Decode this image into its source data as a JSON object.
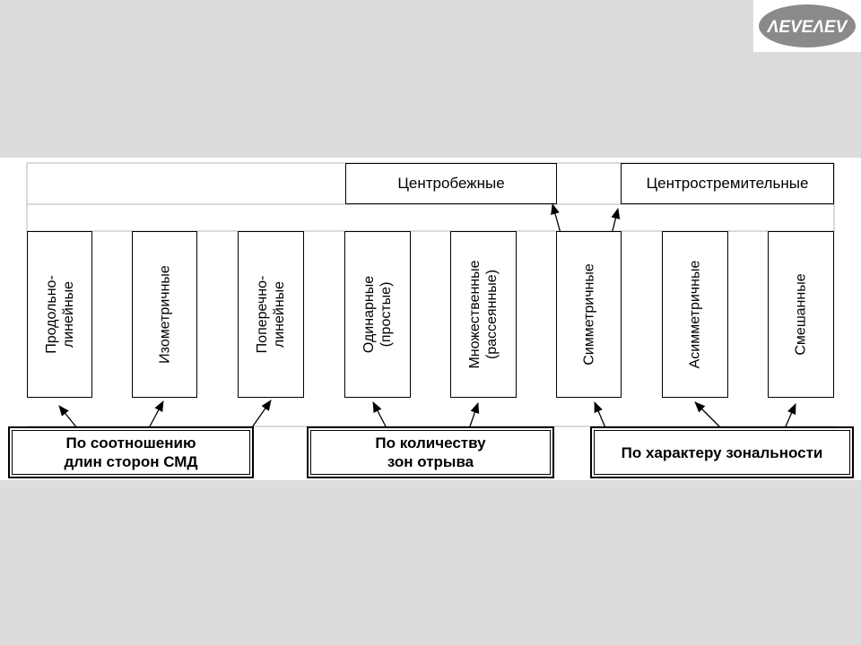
{
  "logo": {
    "text": "ΛEVEΛEV"
  },
  "top_boxes": {
    "centrifugal": "Центробежные",
    "centripetal": "Центростремительные"
  },
  "types": [
    {
      "id": "longitudinal",
      "label": "Продольно-\nлинейные"
    },
    {
      "id": "isometric",
      "label": "Изометричные"
    },
    {
      "id": "transverse",
      "label": "Поперечно-\nлинейные"
    },
    {
      "id": "single",
      "label": "Одинарные\n(простые)"
    },
    {
      "id": "multiple",
      "label": "Множественные\n(рассеянные)"
    },
    {
      "id": "symmetric",
      "label": "Симметричные"
    },
    {
      "id": "asymmetric",
      "label": "Асимметричные"
    },
    {
      "id": "mixed",
      "label": "Смешанные"
    }
  ],
  "categories": {
    "sides_ratio": "По соотношению\nдлин сторон СМД",
    "zone_count": "По количеству\nзон отрыва",
    "zonality": "По характеру зональности"
  }
}
